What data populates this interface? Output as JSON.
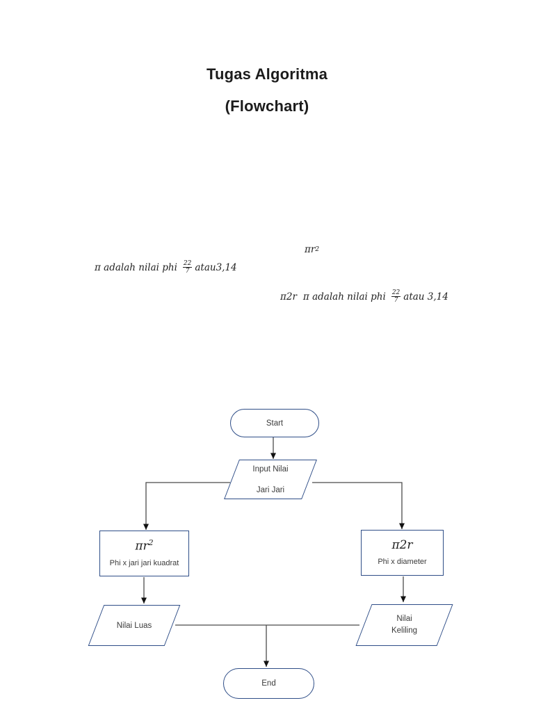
{
  "document": {
    "title_line1": "Tugas Algoritma",
    "title_line2": "(Flowchart)"
  },
  "annotations": {
    "area_formula": {
      "base": "πr",
      "sup": "2"
    },
    "note_area": {
      "text_before": "π adalah nilai phi",
      "fraction_numerator": "22",
      "fraction_denominator": "7",
      "text_after": "atau3,14"
    },
    "note_circumference": {
      "lead": "π2r",
      "text_before": "π adalah nilai phi",
      "fraction_numerator": "22",
      "fraction_denominator": "7",
      "text_after": "atau 3,14"
    }
  },
  "flowchart": {
    "start_label": "Start",
    "input_line1": "Input Nilai",
    "input_line2": "Jari Jari",
    "process_left_formula_base": "πr",
    "process_left_formula_sup": "2",
    "process_left_caption": "Phi x jari jari kuadrat",
    "process_right_formula": "π2r",
    "process_right_caption": "Phi x diameter",
    "output_left_label": "Nilai Luas",
    "output_right_line1": "Nilai",
    "output_right_line2": "Keliling",
    "end_label": "End"
  },
  "colors": {
    "shape_border": "#2e4d87",
    "connector_line": "#4a4a4a",
    "arrowhead": "#111111",
    "text": "#3a3a3a"
  }
}
